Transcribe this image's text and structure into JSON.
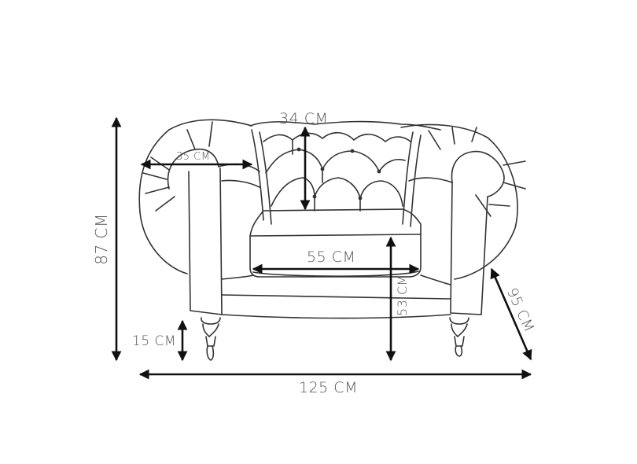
{
  "diagram": {
    "subject": "Chesterfield armchair",
    "line_color": "#333333",
    "arrow_color": "#111111",
    "label_color": "#555555",
    "background": "#ffffff"
  },
  "dimensions": {
    "total_height": "87 CM",
    "leg_height": "15 CM",
    "arm_width": "35 CM",
    "backrest_height": "34 CM",
    "seat_width": "55 CM",
    "seat_height": "53 CM",
    "depth": "95 CM",
    "total_width": "125 CM"
  }
}
